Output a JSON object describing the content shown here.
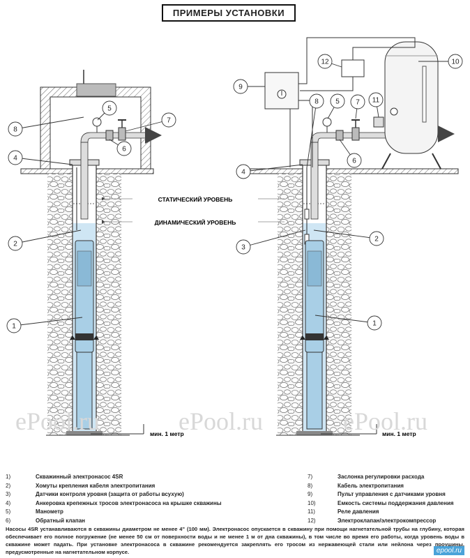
{
  "title": "ПРИМЕРЫ УСТАНОВКИ",
  "levels": {
    "static": "СТАТИЧЕСКИЙ УРОВЕНЬ",
    "dynamic": "ДИНАМИЧЕСКИЙ УРОВЕНЬ"
  },
  "min_depth_label": "мин. 1 метр",
  "callouts": [
    "1",
    "2",
    "3",
    "4",
    "5",
    "6",
    "7",
    "8",
    "9",
    "10",
    "11",
    "12"
  ],
  "legend_left": [
    {
      "num": "1)",
      "text": "Скважинный электронасос 4SR"
    },
    {
      "num": "2)",
      "text": "Хомуты крепления кабеля электропитания"
    },
    {
      "num": "3)",
      "text": "Датчики контроля уровня (защита от работы всухую)"
    },
    {
      "num": "4)",
      "text": "Анкеровка крепежных тросов электронасоса на крышке скважины"
    },
    {
      "num": "5)",
      "text": "Манометр"
    },
    {
      "num": "6)",
      "text": "Обратный клапан"
    }
  ],
  "legend_right": [
    {
      "num": "7)",
      "text": "Заслонка регулировки расхода"
    },
    {
      "num": "8)",
      "text": "Кабель электропитания"
    },
    {
      "num": "9)",
      "text": "Пульт управления с датчиками уровня"
    },
    {
      "num": "10)",
      "text": "Емкость системы поддержания давления"
    },
    {
      "num": "11)",
      "text": "Реле давления"
    },
    {
      "num": "12)",
      "text": "Электроклапан/электрокомпрессор"
    }
  ],
  "note": "Насосы 4SR устанавливаются в скважины диаметром не менее 4\" (100 мм). Электронасос опускается в скважину при помощи нагнетательной трубы на глубину, которая обеспечивает его полное погружение (не менее 50 см от поверхности воды и не менее 1 м от дна скважины), в том числе во время его работы, когда уровень воды в скважине может падать. При установке электронасоса в скважине рекомендуется закреплять его тросом из нержавеющей стали или нейлона через проушины, предусмотренные на нагнетательном корпусе.",
  "watermark": "ePool.ru",
  "logo": "epool.ru",
  "colors": {
    "water": "#cfe6f4",
    "pump": "#a9cfe6",
    "gravel": "#f2f2f2"
  }
}
